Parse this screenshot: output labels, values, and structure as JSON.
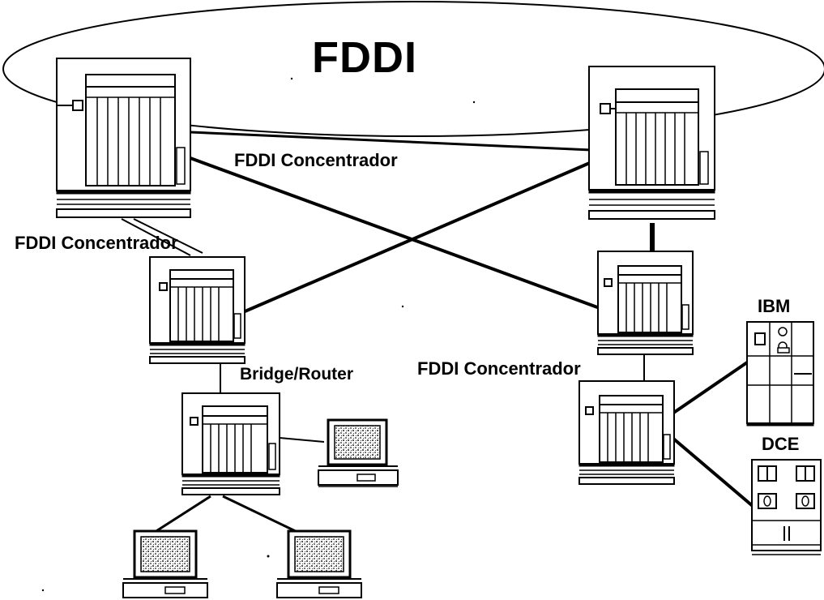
{
  "diagram": {
    "ring_label": "FDDI",
    "labels": {
      "concentrador_top": "FDDI Concentrador",
      "concentrador_left": "FDDI Concentrador",
      "bridge_router": "Bridge/Router",
      "concentrador_right": "FDDI Concentrador",
      "ibm": "IBM",
      "dce": "DCE"
    }
  }
}
